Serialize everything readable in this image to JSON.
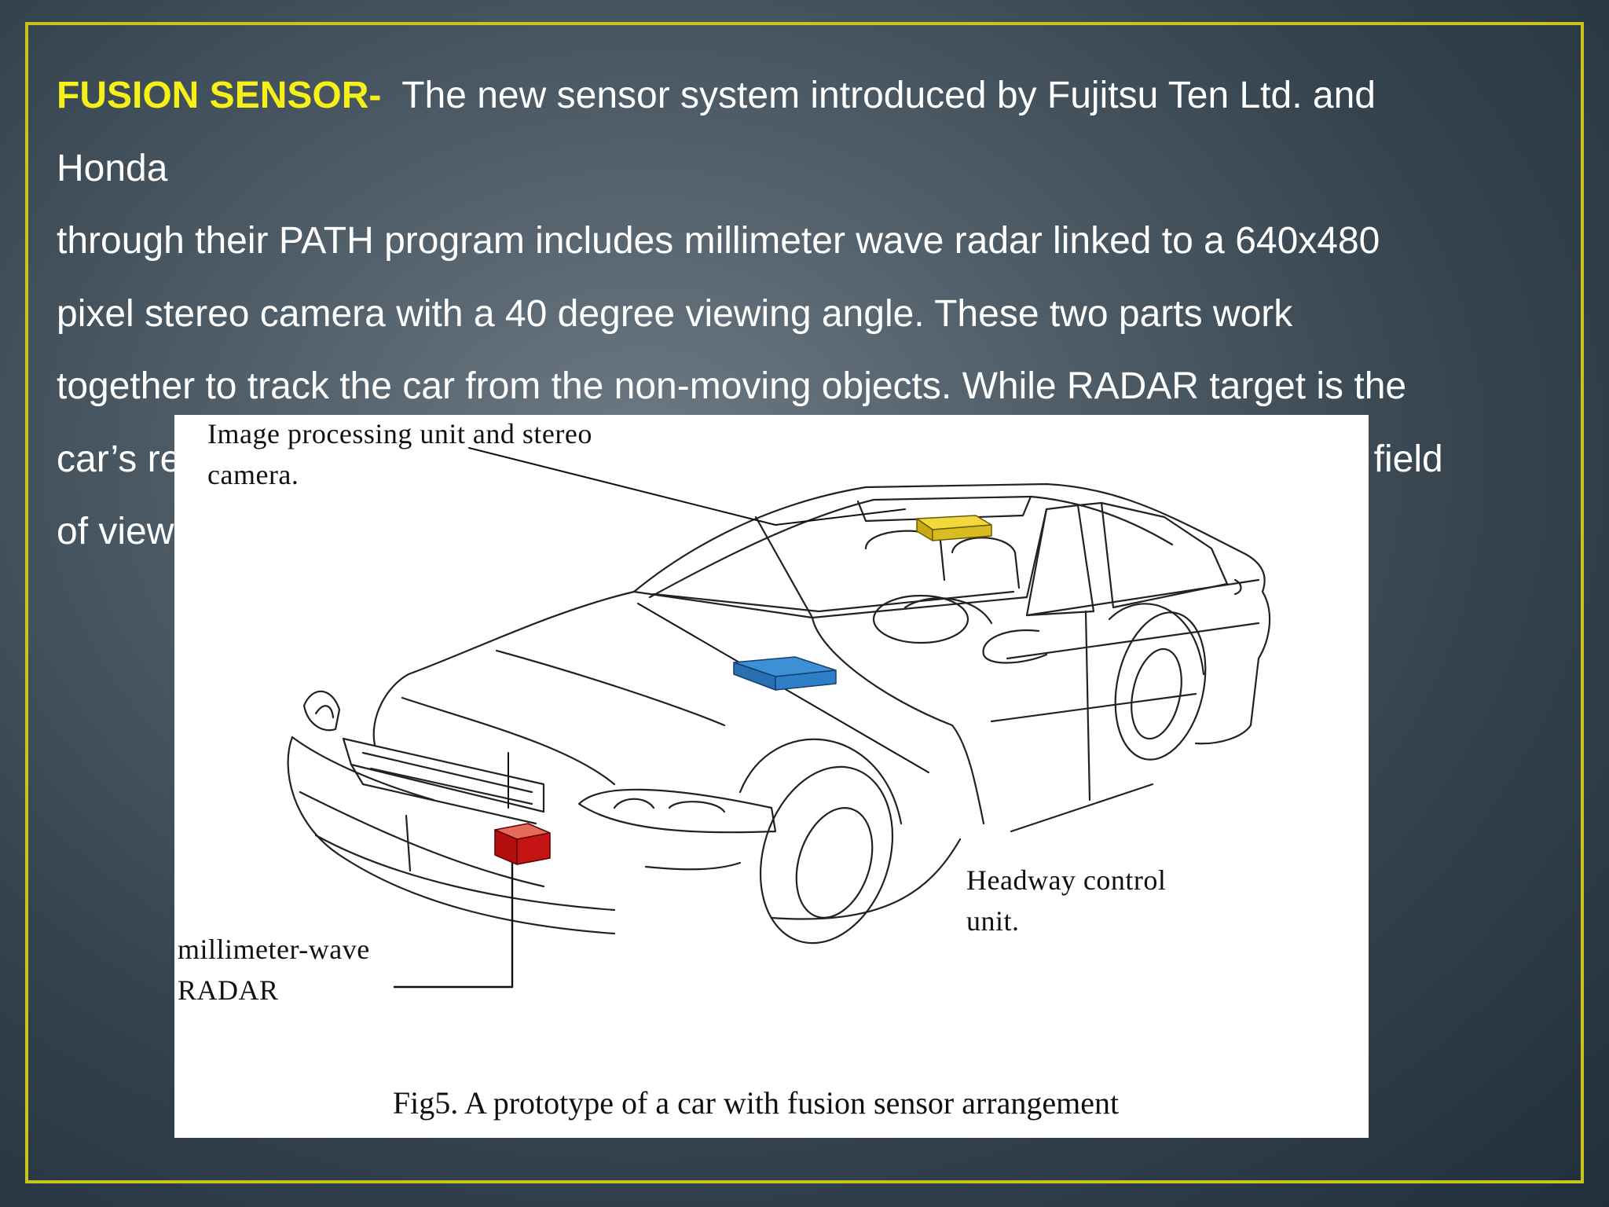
{
  "slide": {
    "heading": "FUSION SENSOR-",
    "intro": "The new sensor system introduced by Fujitsu Ten Ltd. and",
    "lines": [
      "Honda",
      "through their PATH program includes millimeter wave radar linked to a 640x480",
      "pixel stereo camera with a 40 degree viewing angle. These two parts work",
      "together to track the car from the non-moving objects. While RADAR target is the",
      "car’s re",
      "of view"
    ],
    "line5_tail": "ts field"
  },
  "figure": {
    "label_camera_line1": "Image processing unit and stereo",
    "label_camera_line2": "camera.",
    "label_headway_line1": "Headway control",
    "label_headway_line2": "unit.",
    "label_radar_line1": "millimeter-wave",
    "label_radar_line2": "RADAR",
    "caption": "Fig5. A prototype of a car with fusion sensor arrangement",
    "colors": {
      "camera_unit": "#e8cc2a",
      "headway_unit": "#2f7fc8",
      "radar_unit": "#c41414"
    }
  }
}
